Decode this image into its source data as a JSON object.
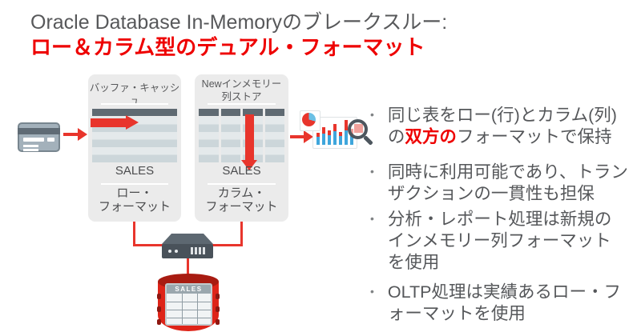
{
  "title": {
    "line1": "Oracle Database In-Memoryのブレークスルー:",
    "line2": "ロー＆カラム型のデュアル・フォーマット"
  },
  "diagram": {
    "oltp_icon": "credit-card-icon",
    "buffer_cache": {
      "title": "バッファ・キャッシュ",
      "table_name": "SALES",
      "format_line1": "ロー・",
      "format_line2": "フォーマット"
    },
    "column_store": {
      "title_line1": "Newインメモリー",
      "title_line2": "列ストア",
      "table_name": "SALES",
      "format_line1": "カラム・",
      "format_line2": "フォーマット"
    },
    "analytics_icon": "pie-and-bar-chart-with-magnifier-icon",
    "server_icon": "server-icon",
    "database": {
      "icon": "database-cylinder-icon",
      "label": "SALES"
    }
  },
  "bullets": {
    "marker": "•",
    "items": [
      {
        "segments": [
          {
            "text": "同じ表をロー(行)とカラム(列)の"
          },
          {
            "text": "双方の",
            "emphasis": true
          },
          {
            "text": "フォーマットで保持"
          }
        ]
      },
      {
        "segments": [
          {
            "text": "同時に利用可能であり、トランザクションの一貫性も担保"
          }
        ]
      },
      {
        "segments": [
          {
            "text": "分析・レポート処理は新規のインメモリー列フォーマットを使用"
          }
        ]
      },
      {
        "segments": [
          {
            "text": "OLTP処理は実績あるロー・フォーマットを使用"
          }
        ]
      }
    ]
  },
  "colors": {
    "title_gray": "#57585a",
    "accent_red_text": "#ee0000",
    "accent_red_shape": "#e8352c",
    "panel_bg": "#ebebeb",
    "table_header": "#5f6a72",
    "body_text": "#55575a"
  }
}
